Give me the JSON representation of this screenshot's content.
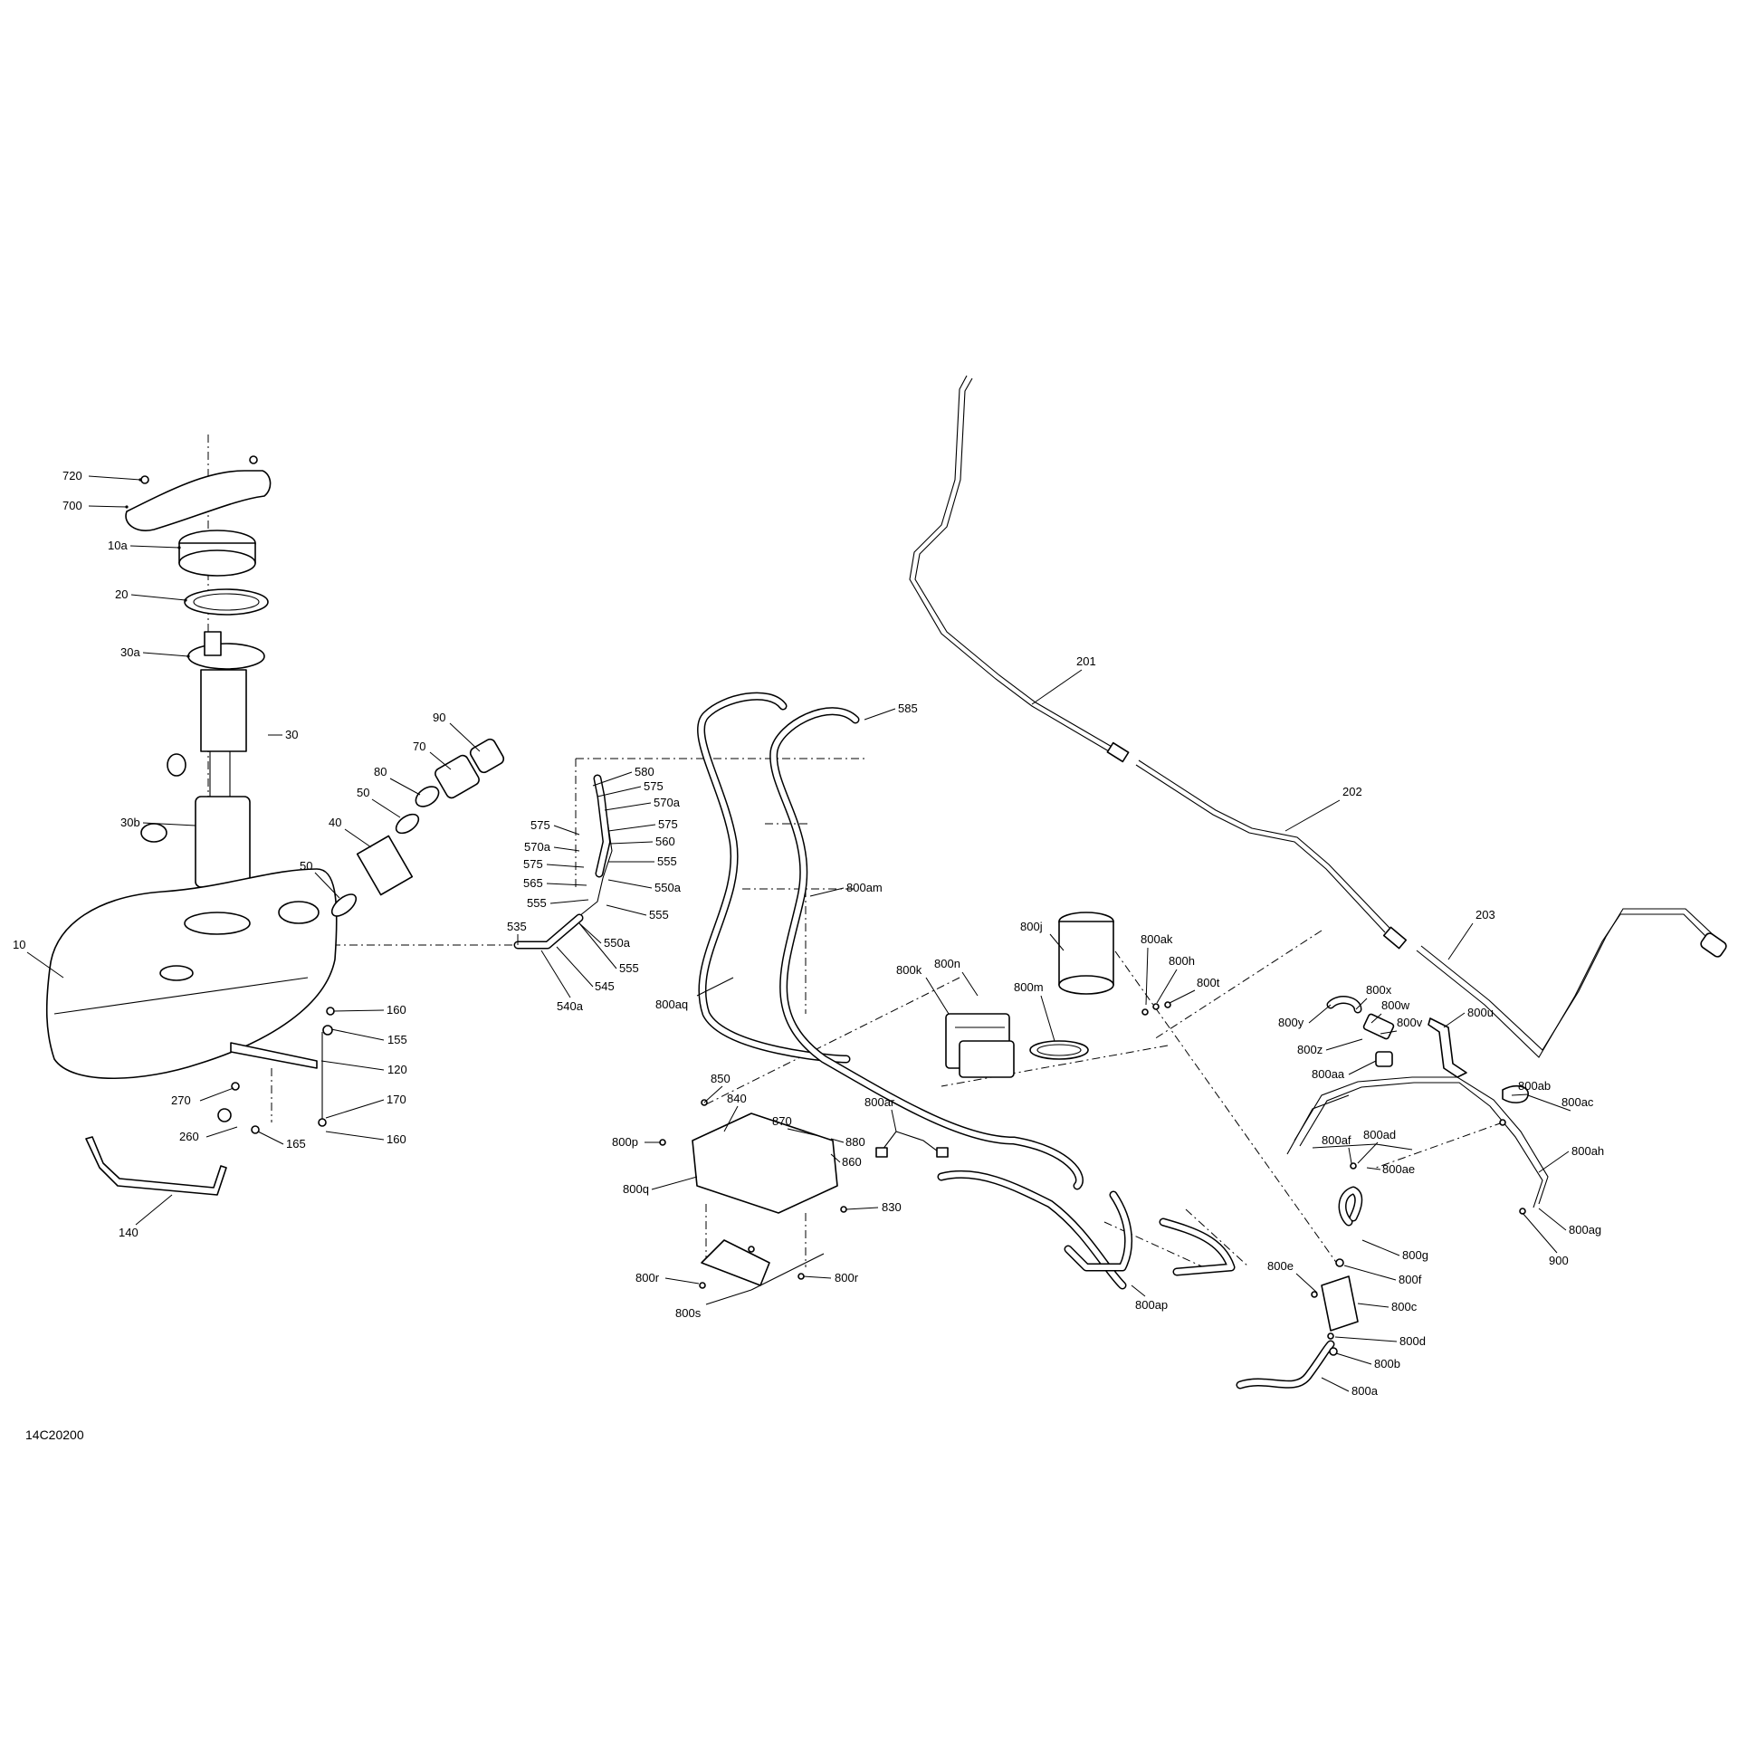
{
  "diagram": {
    "reference_code": "14C20200",
    "callouts": [
      {
        "id": "720",
        "text": "720"
      },
      {
        "id": "700",
        "text": "700"
      },
      {
        "id": "10a",
        "text": "10a"
      },
      {
        "id": "20",
        "text": "20"
      },
      {
        "id": "30a",
        "text": "30a"
      },
      {
        "id": "30",
        "text": "30"
      },
      {
        "id": "30b",
        "text": "30b"
      },
      {
        "id": "10",
        "text": "10"
      },
      {
        "id": "90",
        "text": "90"
      },
      {
        "id": "70",
        "text": "70"
      },
      {
        "id": "80",
        "text": "80"
      },
      {
        "id": "50a",
        "text": "50"
      },
      {
        "id": "40",
        "text": "40"
      },
      {
        "id": "50b",
        "text": "50"
      },
      {
        "id": "160a",
        "text": "160"
      },
      {
        "id": "155",
        "text": "155"
      },
      {
        "id": "120",
        "text": "120"
      },
      {
        "id": "270",
        "text": "270"
      },
      {
        "id": "170",
        "text": "170"
      },
      {
        "id": "260",
        "text": "260"
      },
      {
        "id": "165",
        "text": "165"
      },
      {
        "id": "160b",
        "text": "160"
      },
      {
        "id": "140",
        "text": "140"
      },
      {
        "id": "580",
        "text": "580"
      },
      {
        "id": "575a",
        "text": "575"
      },
      {
        "id": "570a1",
        "text": "570a"
      },
      {
        "id": "575b",
        "text": "575"
      },
      {
        "id": "575c",
        "text": "575"
      },
      {
        "id": "560",
        "text": "560"
      },
      {
        "id": "570a2",
        "text": "570a"
      },
      {
        "id": "555a",
        "text": "555"
      },
      {
        "id": "575d",
        "text": "575"
      },
      {
        "id": "550a1",
        "text": "550a"
      },
      {
        "id": "565",
        "text": "565"
      },
      {
        "id": "555b",
        "text": "555"
      },
      {
        "id": "555c",
        "text": "555"
      },
      {
        "id": "550a2",
        "text": "550a"
      },
      {
        "id": "535",
        "text": "535"
      },
      {
        "id": "555d",
        "text": "555"
      },
      {
        "id": "545",
        "text": "545"
      },
      {
        "id": "540a",
        "text": "540a"
      },
      {
        "id": "585",
        "text": "585"
      },
      {
        "id": "800am",
        "text": "800am"
      },
      {
        "id": "800aq",
        "text": "800aq"
      },
      {
        "id": "201",
        "text": "201"
      },
      {
        "id": "202",
        "text": "202"
      },
      {
        "id": "203",
        "text": "203"
      },
      {
        "id": "800j",
        "text": "800j"
      },
      {
        "id": "800ak",
        "text": "800ak"
      },
      {
        "id": "800h",
        "text": "800h"
      },
      {
        "id": "800t",
        "text": "800t"
      },
      {
        "id": "800n",
        "text": "800n"
      },
      {
        "id": "800k",
        "text": "800k"
      },
      {
        "id": "800m",
        "text": "800m"
      },
      {
        "id": "800x",
        "text": "800x"
      },
      {
        "id": "800w",
        "text": "800w"
      },
      {
        "id": "800y",
        "text": "800y"
      },
      {
        "id": "800v",
        "text": "800v"
      },
      {
        "id": "800u",
        "text": "800u"
      },
      {
        "id": "800z",
        "text": "800z"
      },
      {
        "id": "800aa",
        "text": "800aa"
      },
      {
        "id": "800ab",
        "text": "800ab"
      },
      {
        "id": "800ac",
        "text": "800ac"
      },
      {
        "id": "850",
        "text": "850"
      },
      {
        "id": "840",
        "text": "840"
      },
      {
        "id": "870",
        "text": "870"
      },
      {
        "id": "800ar",
        "text": "800ar"
      },
      {
        "id": "800p",
        "text": "800p"
      },
      {
        "id": "880",
        "text": "880"
      },
      {
        "id": "860",
        "text": "860"
      },
      {
        "id": "800af",
        "text": "800af"
      },
      {
        "id": "800ad",
        "text": "800ad"
      },
      {
        "id": "800ah",
        "text": "800ah"
      },
      {
        "id": "800ae",
        "text": "800ae"
      },
      {
        "id": "800q",
        "text": "800q"
      },
      {
        "id": "830",
        "text": "830"
      },
      {
        "id": "800ag",
        "text": "800ag"
      },
      {
        "id": "900",
        "text": "900"
      },
      {
        "id": "800g",
        "text": "800g"
      },
      {
        "id": "800e",
        "text": "800e"
      },
      {
        "id": "800f",
        "text": "800f"
      },
      {
        "id": "800r1",
        "text": "800r"
      },
      {
        "id": "800r2",
        "text": "800r"
      },
      {
        "id": "800c",
        "text": "800c"
      },
      {
        "id": "800s",
        "text": "800s"
      },
      {
        "id": "800ap",
        "text": "800ap"
      },
      {
        "id": "800d",
        "text": "800d"
      },
      {
        "id": "800b",
        "text": "800b"
      },
      {
        "id": "800a",
        "text": "800a"
      }
    ]
  }
}
